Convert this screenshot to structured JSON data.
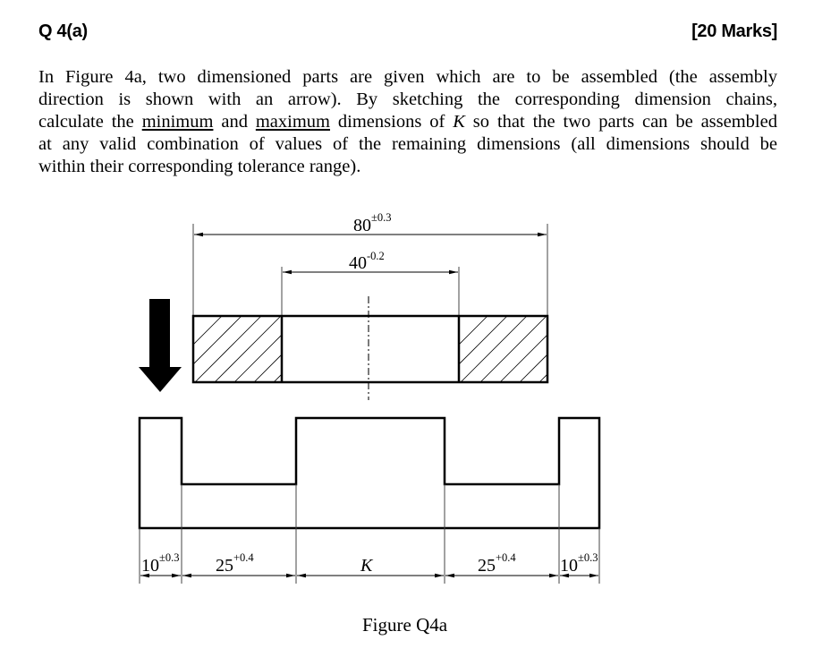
{
  "header": {
    "question": "Q 4(a)",
    "marks": "[20 Marks]"
  },
  "question_text": {
    "line1": "In Figure 4a, two dimensioned parts are given which are to be assembled (the assembly",
    "line2": "direction is shown with an arrow). By sketching the corresponding dimension chains,",
    "line3_pre": "calculate the ",
    "line3_min": "minimum",
    "line3_mid": " and ",
    "line3_max": "maximum",
    "line3_mid2": " dimensions of ",
    "line3_k": "K",
    "line3_post": " so that the two parts can be assembled",
    "line4": "at any valid combination of values of the remaining dimensions (all dimensions should be",
    "line5": "within their corresponding tolerance range)."
  },
  "figure": {
    "caption": "Figure Q4a",
    "assembly_arrow": "arrow-down",
    "top_part": {
      "overall": {
        "nominal": "80",
        "tolerance": "±0.3"
      },
      "bore": {
        "nominal": "40",
        "tolerance": "-0.2"
      }
    },
    "bottom_part": {
      "dims": [
        {
          "nominal": "10",
          "tolerance": "±0.3"
        },
        {
          "nominal": "25",
          "tolerance": "+0.4"
        },
        {
          "nominal": "K",
          "tolerance": ""
        },
        {
          "nominal": "25",
          "tolerance": "+0.4"
        },
        {
          "nominal": "10",
          "tolerance": "±0.3"
        }
      ]
    }
  }
}
